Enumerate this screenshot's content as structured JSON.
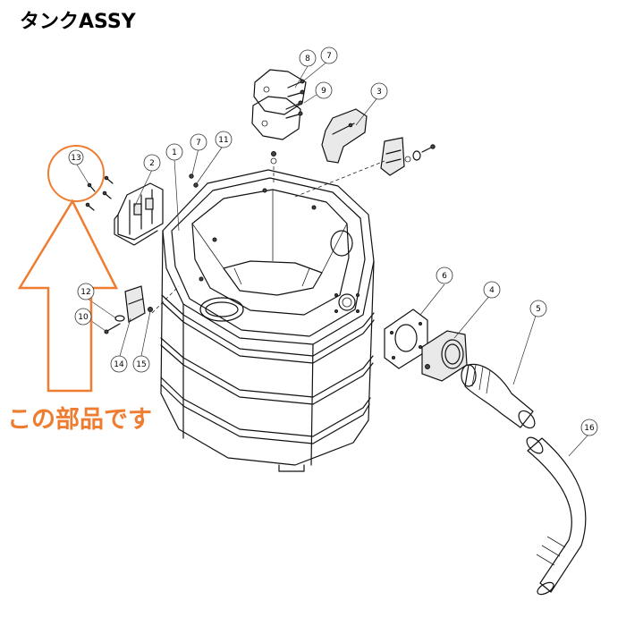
{
  "title": "タンクASSY",
  "annotation": "この部品です",
  "highlight_color": "#ee7d31",
  "highlighted_part": "13",
  "callouts": [
    {
      "num": "1"
    },
    {
      "num": "2"
    },
    {
      "num": "3"
    },
    {
      "num": "4"
    },
    {
      "num": "5"
    },
    {
      "num": "6"
    },
    {
      "num": "7"
    },
    {
      "num": "7"
    },
    {
      "num": "8"
    },
    {
      "num": "9"
    },
    {
      "num": "10"
    },
    {
      "num": "11"
    },
    {
      "num": "12"
    },
    {
      "num": "13"
    },
    {
      "num": "14"
    },
    {
      "num": "15"
    },
    {
      "num": "16"
    }
  ]
}
